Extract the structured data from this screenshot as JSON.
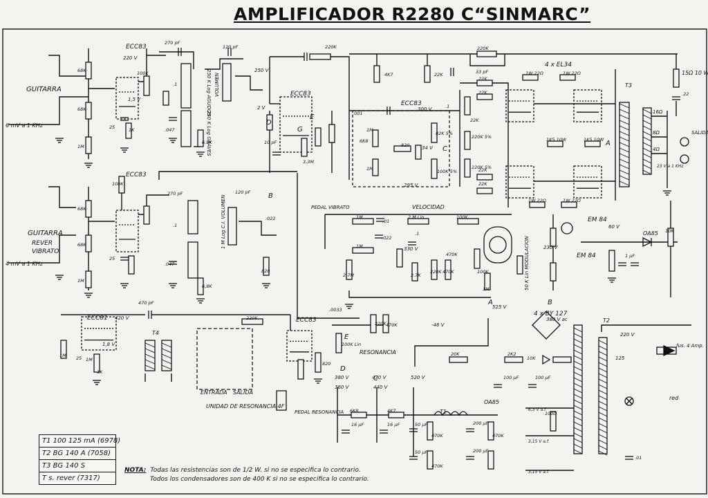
{
  "title": "AMPLIFICADOR R2280 C“SINMARC”",
  "inputs": {
    "guitar_label": "GUITARRA",
    "guitar_level": "6 mV a 1 KHz",
    "reverb_label_1": "GUITARRA",
    "reverb_label_2": "REVER",
    "reverb_label_3": "VIBRATO",
    "reverb_level": "4 mV a 1 KHz"
  },
  "tubes": {
    "v1": "ECC83",
    "v2": "ECC83",
    "v3": "ECC83",
    "v4": "ECC83",
    "v5": "ECC81",
    "v6": "ECC83",
    "outputs": "4 x EL34",
    "rect": "4 x BY 127",
    "eye": "EM 84"
  },
  "controls": {
    "volume": "VOLUMEN",
    "treble": "AGUDOS",
    "bass": "GRAVES",
    "velocity": "VELOCIDAD",
    "modulation": "MODULACION",
    "resonance": "RESONANCIA",
    "pedal_vibrato": "PEDAL VIBRATO",
    "pedal_res": "PEDAL RESONANCIA"
  },
  "reverb_unit": {
    "entrada": "ENTRADA",
    "salida": "SALIDA",
    "name": "UNIDAD DE RESONANCIA 4F"
  },
  "output": {
    "load": "15Ω 10 W",
    "salida": "SALIDA BAF",
    "speaker_level": "23 V a 1 KHz",
    "taps": [
      "16Ω",
      "8Ω",
      "4Ω"
    ]
  },
  "power": {
    "fuse": "fus. 4 Amp.",
    "mains": "220 V",
    "mains_alt": "125",
    "red": "red",
    "heater1": "6,3 V a.f.",
    "heater2": "3,15 V a.f.",
    "heater3": "3,15 V a.f.",
    "volts": [
      "525 V",
      "-46 V",
      "380 V",
      "430 V",
      "520 V",
      "360 V",
      "440 V",
      "380 V ac",
      "250 V",
      "220 V",
      "300 V",
      "330 V",
      "295 V",
      "230 V",
      "420 V",
      "1,5 V",
      "1,8 V",
      "2 V",
      "34 V",
      "60 V"
    ]
  },
  "components": {
    "r": [
      "68K",
      "68K",
      "1M",
      "68K",
      "68K",
      "1M",
      "100K",
      "100K",
      "220K",
      "4K7",
      "22K",
      "220K",
      "22K",
      "22K",
      "22K",
      "22K",
      "22K",
      "6K8",
      "1M",
      "1M",
      "820",
      "82K 5%",
      "100K 5%",
      "220K 5%",
      "220K 5%",
      "1K5 10W",
      "1K5 10W",
      "1W 22Ω",
      "1W 22Ω",
      "1W 22Ω",
      "1W 22Ω",
      "1M",
      "1M",
      "2 M Lin",
      "100K",
      "2,7M",
      "2,7K",
      "220K",
      "470K",
      "100K",
      "1M",
      "470K",
      "10K",
      "820",
      "6K8",
      "4K7",
      "20K",
      "2K2",
      "470K",
      "470K",
      "470K",
      "100Ω",
      "1M",
      "1M",
      "10K",
      "820",
      "220K",
      "100K Lin",
      "220K",
      "470K",
      "3,3M",
      "6,8K",
      "6,8K",
      "1K",
      "1K"
    ],
    "c": [
      "270 pF",
      ".047",
      ".1",
      "120 pF",
      "270 pF",
      ".1",
      ".047",
      "120 pF",
      ".022",
      ".001",
      ".1",
      "33 pF",
      ".22",
      ".01",
      ".022",
      ".1",
      "470 pF",
      ".0033",
      "10 pF",
      "100 μF",
      "100 μF",
      "16 μF",
      "16 μF",
      "50 μF",
      "50 μF",
      "200 μF",
      "200 μF",
      "1 μF",
      ".01",
      "25",
      "25",
      "25"
    ],
    "diode": "OA85",
    "pots": [
      "250 K Log AGUDOS",
      "250 K Log GRAVES",
      "1 M Log C.I. VOLUMEN",
      "50 K Lin MODULACION"
    ]
  },
  "nodes": [
    "A",
    "B",
    "C",
    "D",
    "E",
    "G",
    "A",
    "B",
    "C",
    "D",
    "E"
  ],
  "transformers": [
    "T1",
    "T2",
    "T3",
    "T4"
  ],
  "table": [
    "T1 100  125 mA (6978)",
    "T2 BG 140 A (7058)",
    "T3 BG 140 S",
    "T s. rever (7317)"
  ],
  "note": {
    "label": "NOTA:",
    "line1": "Todas las resistencias son de 1/2 W. si no se especifica lo contrario.",
    "line2": "Todos los condensadores son de 400 K si no se especifica lo contrario."
  }
}
